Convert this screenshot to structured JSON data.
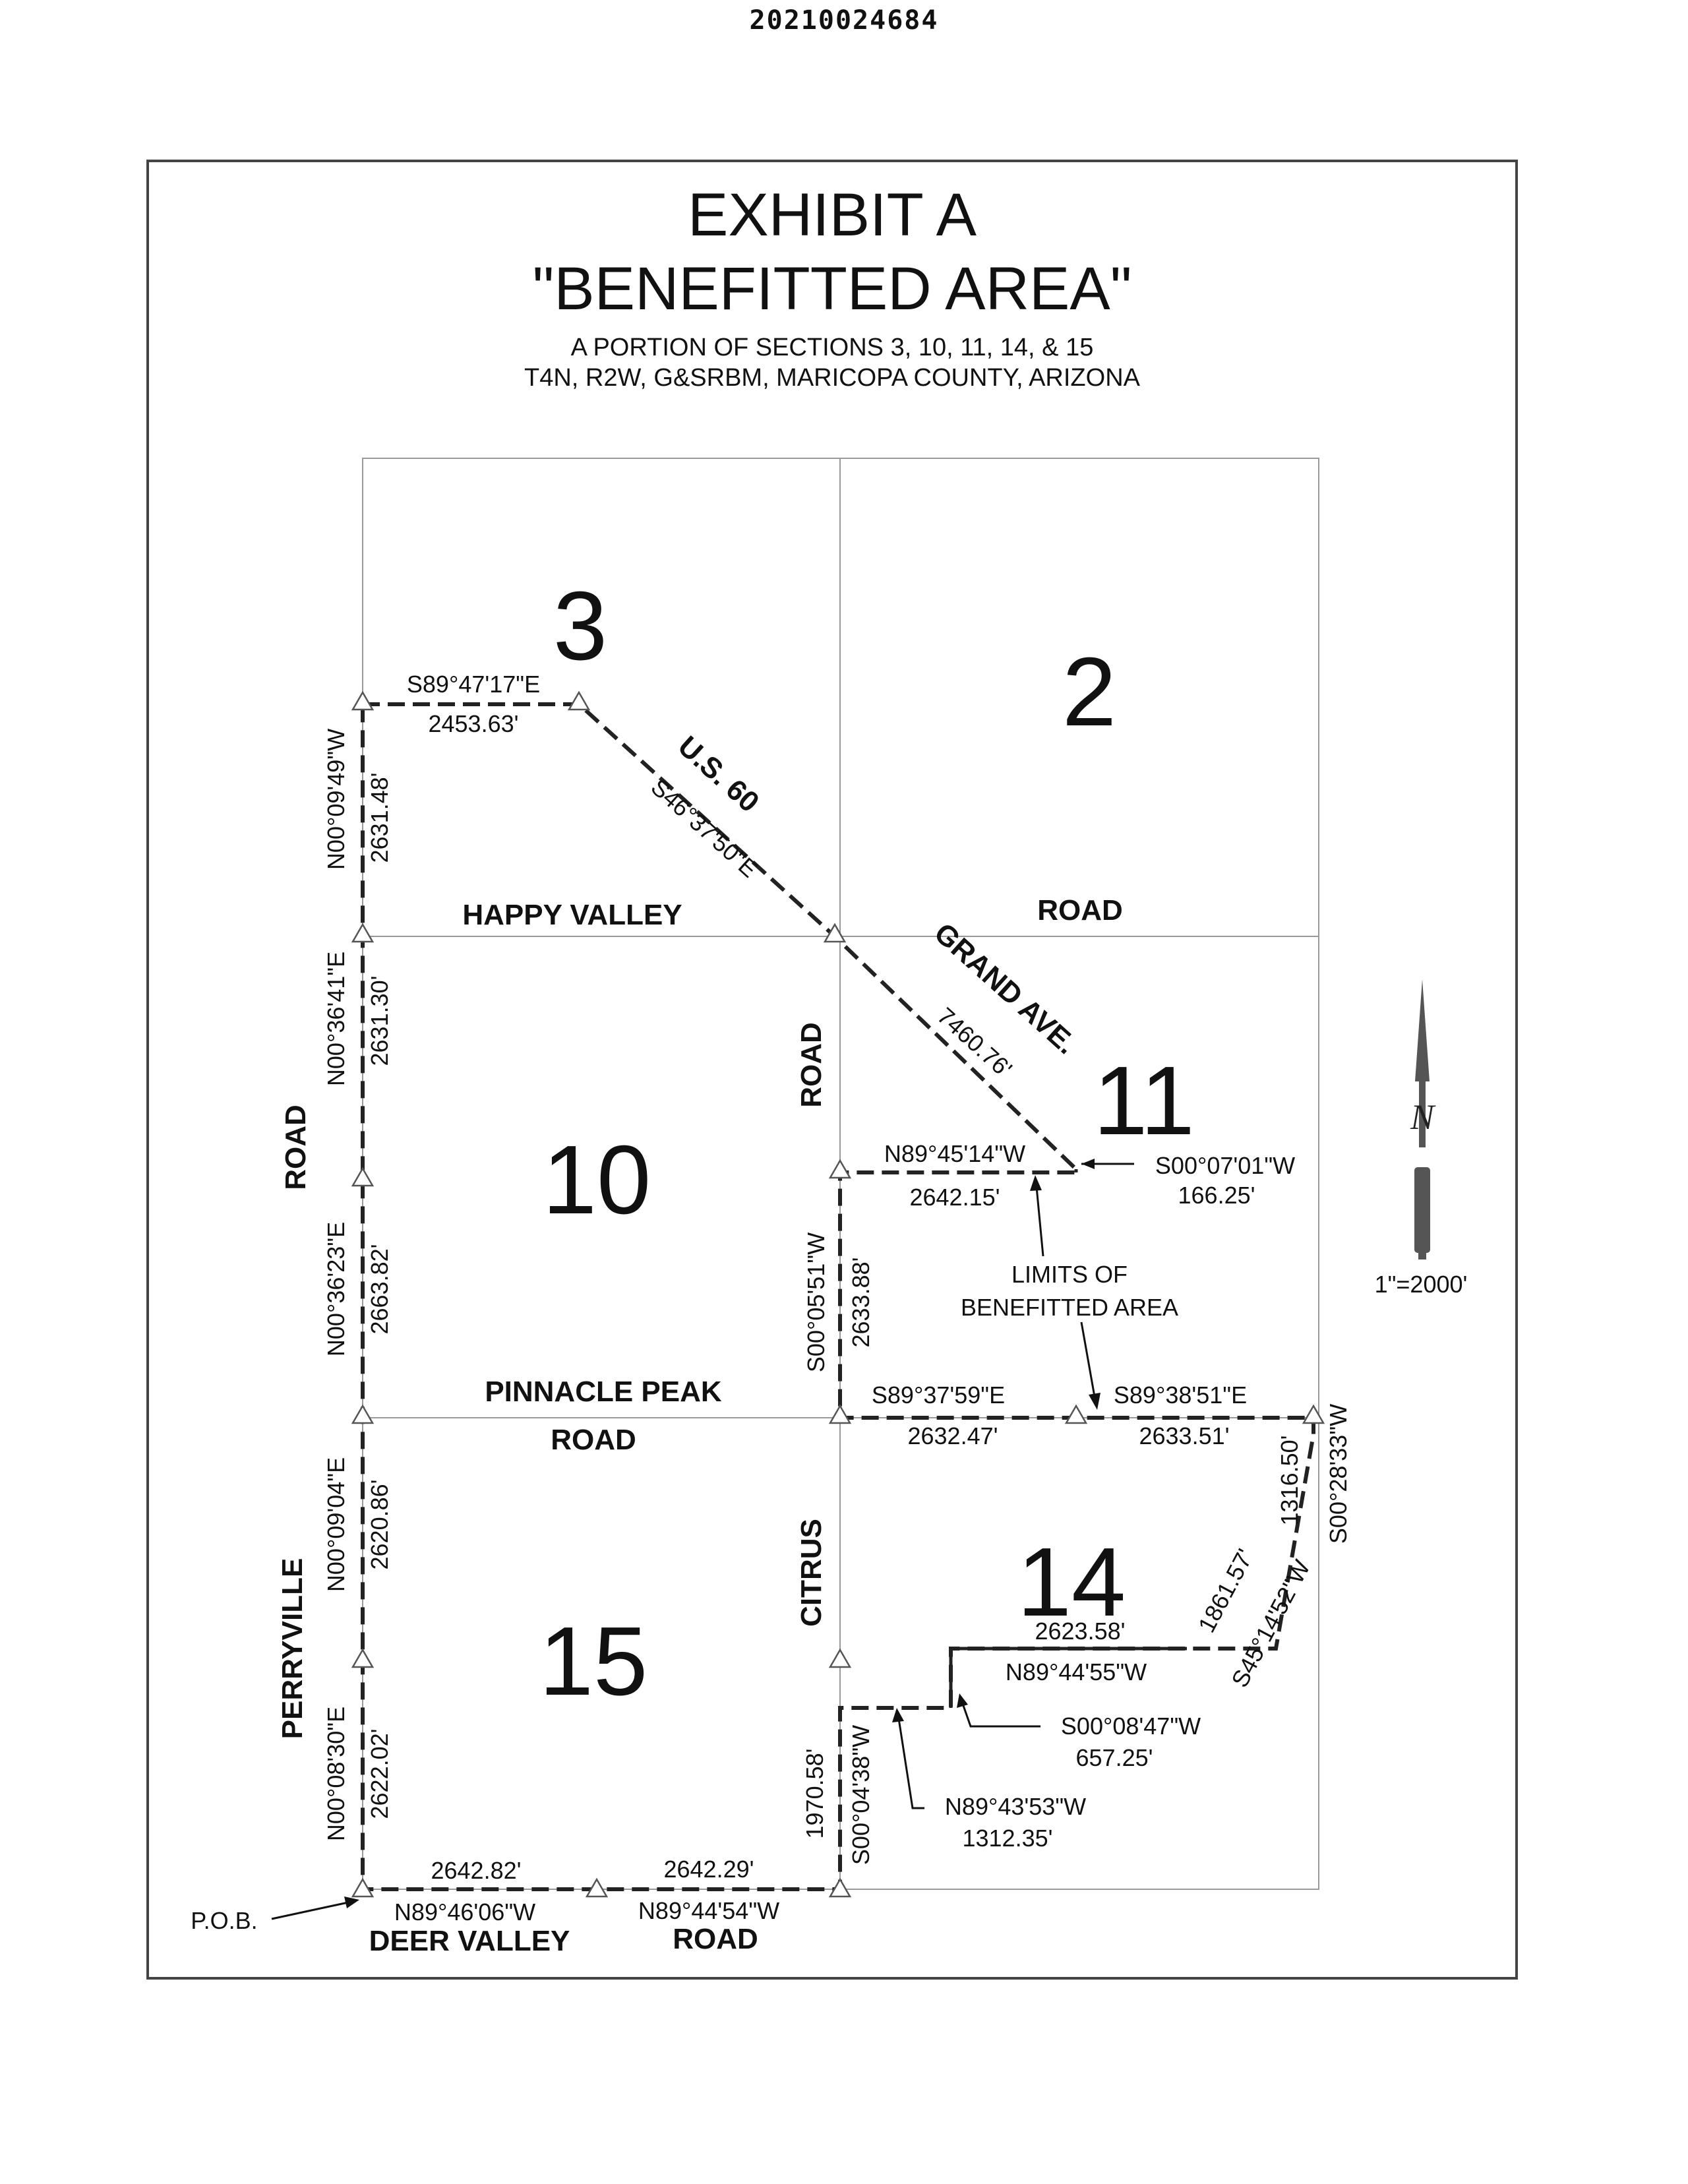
{
  "doc_number": "20210024684",
  "exhibit": {
    "title": "EXHIBIT A",
    "subtitle": "\"BENEFITTED AREA\"",
    "desc1": "A PORTION OF SECTIONS 3, 10, 11, 14, & 15",
    "desc2": "T4N, R2W, G&SRBM, MARICOPA COUNTY, ARIZONA"
  },
  "sections": {
    "s3": "3",
    "s2": "2",
    "s10": "10",
    "s11": "11",
    "s14": "14",
    "s15": "15"
  },
  "roads": {
    "happy_valley": "HAPPY VALLEY",
    "road_sec2": "ROAD",
    "us60": "U.S. 60",
    "grand_ave": "GRAND AVE.",
    "road_west": "ROAD",
    "road_mid": "ROAD",
    "pinnacle_peak": "PINNACLE PEAK",
    "pinnacle_road": "ROAD",
    "perryville": "PERRYVILLE",
    "citrus": "CITRUS",
    "deer_valley": "DEER VALLEY",
    "deer_road": "ROAD"
  },
  "courses": {
    "c1_bearing": "S89°47'17\"E",
    "c1_dist": "2453.63'",
    "c2_bearing": "S46°37'50\"E",
    "c2_dist": "7460.76'",
    "c3_bearing": "S00°07'01\"W",
    "c3_dist": "166.25'",
    "c4_bearing": "N89°45'14\"W",
    "c4_dist": "2642.15'",
    "c5_bearing": "S00°05'51\"W",
    "c5_dist": "2633.88'",
    "c6_bearing": "S89°37'59\"E",
    "c6_dist": "2632.47'",
    "c7_bearing": "S89°38'51\"E",
    "c7_dist": "2633.51'",
    "c8_bearing": "S00°28'33\"W",
    "c8_dist": "1316.50'",
    "c9_bearing": "S45°14'52\"W",
    "c9_dist": "1861.57'",
    "c10_bearing": "N89°44'55\"W",
    "c10_dist": "2623.58'",
    "c11_bearing": "S00°08'47\"W",
    "c11_dist": "657.25'",
    "c12_bearing": "N89°43'53\"W",
    "c12_dist": "1312.35'",
    "c13_bearing": "S00°04'38\"W",
    "c13_dist": "1970.58'",
    "c14_bearing": "N89°44'54\"W",
    "c14_dist": "2642.29'",
    "c15_bearing": "N89°46'06\"W",
    "c15_dist": "2642.82'",
    "c16_bearing": "N00°08'30\"E",
    "c16_dist": "2622.02'",
    "c17_bearing": "N00°09'04\"E",
    "c17_dist": "2620.86'",
    "c18_bearing": "N00°36'23\"E",
    "c18_dist": "2663.82'",
    "c19_bearing": "N00°36'41\"E",
    "c19_dist": "2631.30'",
    "c20_bearing": "N00°09'49\"W",
    "c20_dist": "2631.48'"
  },
  "annotations": {
    "limits_line1": "LIMITS OF",
    "limits_line2": "BENEFITTED AREA",
    "pob": "P.O.B.",
    "scale": "1\"=2000'",
    "north_letter": "N"
  }
}
